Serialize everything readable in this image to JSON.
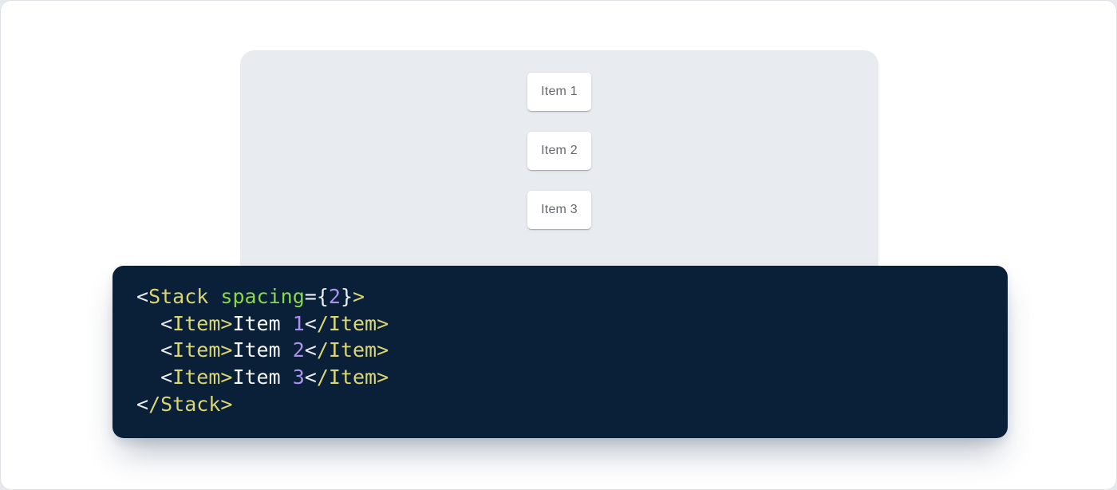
{
  "page": {
    "surface_color": "#ffffff",
    "backdrop_color": "#e7eaed"
  },
  "demo_panel": {
    "background": "#e8ebf0",
    "item_text_color": "#67696e",
    "items": [
      {
        "label": "Item 1"
      },
      {
        "label": "Item 2"
      },
      {
        "label": "Item 3"
      }
    ]
  },
  "code_block": {
    "background": "#0a1f38",
    "token_colors": {
      "tag": "#dad673",
      "attr": "#8bd64c",
      "num": "#ab90f0",
      "punc": "#e9edf2",
      "plain": "#f5f7fa"
    },
    "source_text": "<Stack spacing={2}>\n  <Item>Item 1</Item>\n  <Item>Item 2</Item>\n  <Item>Item 3</Item>\n</Stack>",
    "lines": [
      {
        "tokens": [
          {
            "t": "<",
            "c": "punc"
          },
          {
            "t": "Stack",
            "c": "tag"
          },
          {
            "t": " ",
            "c": "plain"
          },
          {
            "t": "spacing",
            "c": "attr"
          },
          {
            "t": "=",
            "c": "punc"
          },
          {
            "t": "{",
            "c": "punc"
          },
          {
            "t": "2",
            "c": "num"
          },
          {
            "t": "}",
            "c": "punc"
          },
          {
            "t": ">",
            "c": "tag"
          }
        ]
      },
      {
        "tokens": [
          {
            "t": "  ",
            "c": "plain"
          },
          {
            "t": "<",
            "c": "punc"
          },
          {
            "t": "Item",
            "c": "tag"
          },
          {
            "t": ">",
            "c": "tag"
          },
          {
            "t": "Item ",
            "c": "plain"
          },
          {
            "t": "1",
            "c": "num"
          },
          {
            "t": "<",
            "c": "punc"
          },
          {
            "t": "/",
            "c": "tag"
          },
          {
            "t": "Item",
            "c": "tag"
          },
          {
            "t": ">",
            "c": "tag"
          }
        ]
      },
      {
        "tokens": [
          {
            "t": "  ",
            "c": "plain"
          },
          {
            "t": "<",
            "c": "punc"
          },
          {
            "t": "Item",
            "c": "tag"
          },
          {
            "t": ">",
            "c": "tag"
          },
          {
            "t": "Item ",
            "c": "plain"
          },
          {
            "t": "2",
            "c": "num"
          },
          {
            "t": "<",
            "c": "punc"
          },
          {
            "t": "/",
            "c": "tag"
          },
          {
            "t": "Item",
            "c": "tag"
          },
          {
            "t": ">",
            "c": "tag"
          }
        ]
      },
      {
        "tokens": [
          {
            "t": "  ",
            "c": "plain"
          },
          {
            "t": "<",
            "c": "punc"
          },
          {
            "t": "Item",
            "c": "tag"
          },
          {
            "t": ">",
            "c": "tag"
          },
          {
            "t": "Item ",
            "c": "plain"
          },
          {
            "t": "3",
            "c": "num"
          },
          {
            "t": "<",
            "c": "punc"
          },
          {
            "t": "/",
            "c": "tag"
          },
          {
            "t": "Item",
            "c": "tag"
          },
          {
            "t": ">",
            "c": "tag"
          }
        ]
      },
      {
        "tokens": [
          {
            "t": "<",
            "c": "punc"
          },
          {
            "t": "/",
            "c": "tag"
          },
          {
            "t": "Stack",
            "c": "tag"
          },
          {
            "t": ">",
            "c": "tag"
          }
        ]
      }
    ]
  }
}
